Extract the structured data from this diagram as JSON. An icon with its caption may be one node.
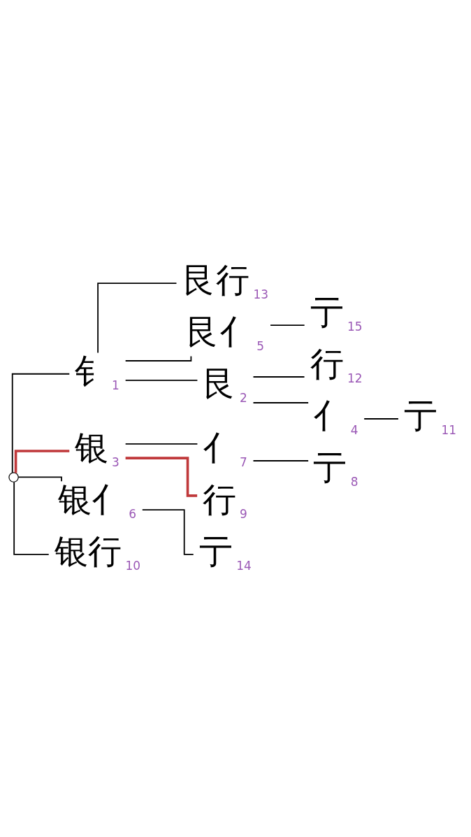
{
  "diagram": {
    "nodes": [
      {
        "text": [],
        "shape": "circle"
      },
      {
        "text": [
          "艮行"
        ],
        "beside": [
          "13"
        ]
      },
      {
        "text": [
          "艮亻"
        ],
        "beside": [
          "5"
        ]
      },
      {
        "text": [
          "亍"
        ],
        "beside": [
          "15"
        ]
      },
      {
        "text": [
          "行"
        ],
        "beside": [
          "12"
        ]
      },
      {
        "text": [
          "钅"
        ],
        "beside": [
          "1"
        ]
      },
      {
        "text": [
          "艮"
        ],
        "beside": [
          "2"
        ]
      },
      {
        "text": [
          "亻"
        ],
        "beside": [
          "4"
        ]
      },
      {
        "text": [
          "亍"
        ],
        "beside": [
          "11"
        ]
      },
      {
        "text": [
          "银"
        ],
        "beside": [
          "3"
        ]
      },
      {
        "text": [
          "亻"
        ],
        "beside": [
          "7"
        ]
      },
      {
        "text": [
          "亍"
        ],
        "beside": [
          "8"
        ]
      },
      {
        "text": [
          "行"
        ],
        "beside": [
          "9"
        ]
      },
      {
        "text": [
          "银亻"
        ],
        "beside": [
          "6"
        ]
      },
      {
        "text": [
          "亍"
        ],
        "beside": [
          "14"
        ]
      },
      {
        "text": [
          "银行"
        ],
        "beside": [
          "10"
        ]
      }
    ],
    "edges": [
      {
        "from": 0,
        "to": 5,
        "arrow": "none"
      },
      {
        "from": 5,
        "to": 6,
        "arrow": "none"
      },
      {
        "from": 5,
        "to": 1,
        "arrow": "none"
      },
      {
        "from": 5,
        "to": 2,
        "arrow": "none"
      },
      {
        "from": 2,
        "to": 3,
        "arrow": "none"
      },
      {
        "from": 6,
        "to": 4,
        "arrow": "none"
      },
      {
        "from": 6,
        "to": 7,
        "arrow": "none"
      },
      {
        "from": 7,
        "to": 8,
        "arrow": "none"
      },
      {
        "from": 0,
        "to": 9,
        "arrow": "none",
        "style": "thick",
        "color": "#c0393b"
      },
      {
        "from": 9,
        "to": 10,
        "arrow": "none"
      },
      {
        "from": 10,
        "to": 11,
        "arrow": "none"
      },
      {
        "from": 9,
        "to": 12,
        "arrow": "none",
        "style": "thick",
        "color": "#c0393b"
      },
      {
        "from": 0,
        "to": 13,
        "arrow": "none"
      },
      {
        "from": 13,
        "to": 14,
        "arrow": "none"
      },
      {
        "from": 0,
        "to": 15,
        "arrow": "none"
      }
    ]
  }
}
